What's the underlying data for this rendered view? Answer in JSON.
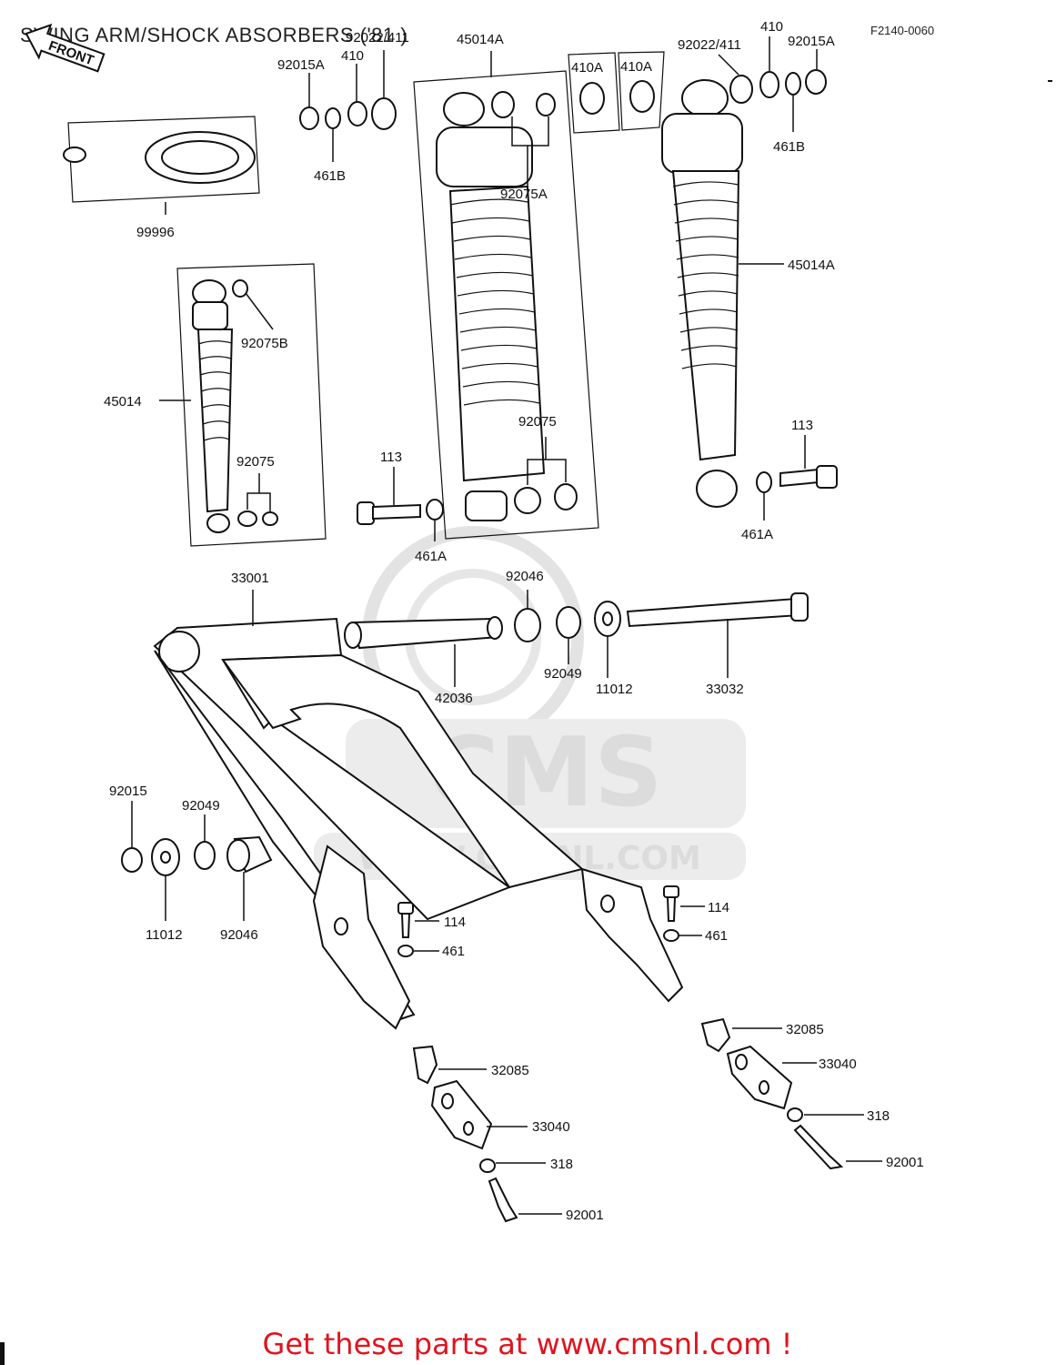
{
  "header": {
    "title": "SWING ARM/SHOCK ABSORBERS ('81 )",
    "code": "F2140-0060",
    "front_arrow": "FRONT"
  },
  "watermark": {
    "brand": "CMS",
    "url": "WWW.CMSNL.COM"
  },
  "footer": {
    "promo": "Get these parts at www.cmsnl.com !"
  },
  "labels": {
    "p92015A_left": "92015A",
    "p410_left": "410",
    "p92022_411_left": "92022/411",
    "p461B_left": "461B",
    "p99996": "99996",
    "p45014A_box": "45014A",
    "p92075A": "92075A",
    "p410A_1": "410A",
    "p410A_2": "410A",
    "p410_right": "410",
    "p92022_411_right": "92022/411",
    "p92015A_right": "92015A",
    "p461B_right": "461B",
    "p45014A_right": "45014A",
    "p92075B": "92075B",
    "p45014": "45014",
    "p92075_left": "92075",
    "p92075_mid": "92075",
    "p113_mid": "113",
    "p461A_mid": "461A",
    "p113_right": "113",
    "p461A_right": "461A",
    "p33001": "33001",
    "p92046_top": "92046",
    "p92049_top": "92049",
    "p11012_top": "11012",
    "p42036": "42036",
    "p33032": "33032",
    "p92015": "92015",
    "p92049_left": "92049",
    "p11012_left": "11012",
    "p92046_left": "92046",
    "p114_left": "114",
    "p461_left": "461",
    "p114_right": "114",
    "p461_right": "461",
    "p32085_left": "32085",
    "p33040_left": "33040",
    "p318_left": "318",
    "p92001_left": "92001",
    "p32085_right": "32085",
    "p33040_right": "33040",
    "p318_right": "318",
    "p92001_right": "92001"
  }
}
